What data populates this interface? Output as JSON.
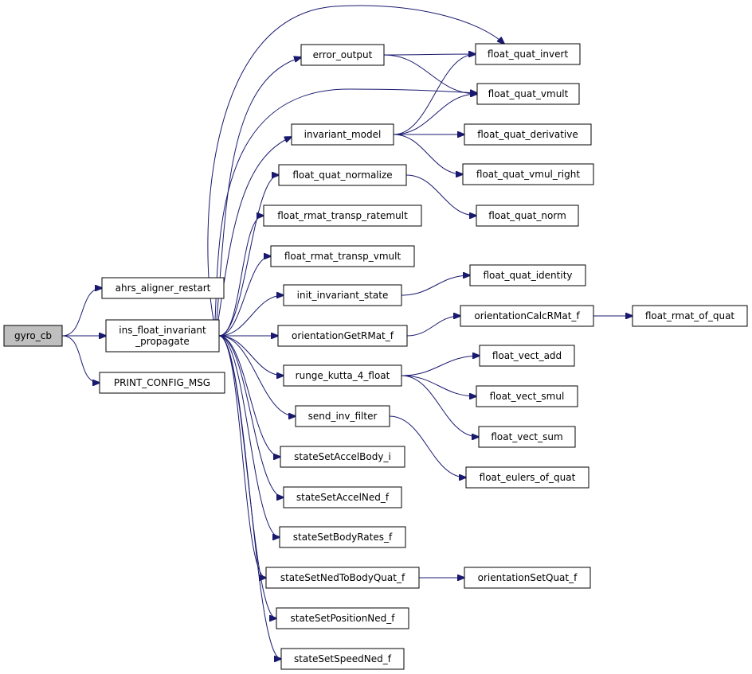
{
  "nodes": [
    {
      "id": "gyro_cb",
      "lines": [
        "gyro_cb"
      ],
      "root": true
    },
    {
      "id": "ahrs_aligner_restart",
      "lines": [
        "ahrs_aligner_restart"
      ]
    },
    {
      "id": "ins_float_invariant_propagate",
      "lines": [
        "ins_float_invariant",
        "_propagate"
      ]
    },
    {
      "id": "PRINT_CONFIG_MSG",
      "lines": [
        "PRINT_CONFIG_MSG"
      ]
    },
    {
      "id": "error_output",
      "lines": [
        "error_output"
      ]
    },
    {
      "id": "invariant_model",
      "lines": [
        "invariant_model"
      ]
    },
    {
      "id": "float_quat_normalize",
      "lines": [
        "float_quat_normalize"
      ]
    },
    {
      "id": "float_rmat_transp_ratemult",
      "lines": [
        "float_rmat_transp_ratemult"
      ]
    },
    {
      "id": "float_rmat_transp_vmult",
      "lines": [
        "float_rmat_transp_vmult"
      ]
    },
    {
      "id": "init_invariant_state",
      "lines": [
        "init_invariant_state"
      ]
    },
    {
      "id": "orientationGetRMat_f",
      "lines": [
        "orientationGetRMat_f"
      ]
    },
    {
      "id": "runge_kutta_4_float",
      "lines": [
        "runge_kutta_4_float"
      ]
    },
    {
      "id": "send_inv_filter",
      "lines": [
        "send_inv_filter"
      ]
    },
    {
      "id": "stateSetAccelBody_i",
      "lines": [
        "stateSetAccelBody_i"
      ]
    },
    {
      "id": "stateSetAccelNed_f",
      "lines": [
        "stateSetAccelNed_f"
      ]
    },
    {
      "id": "stateSetBodyRates_f",
      "lines": [
        "stateSetBodyRates_f"
      ]
    },
    {
      "id": "stateSetNedToBodyQuat_f",
      "lines": [
        "stateSetNedToBodyQuat_f"
      ]
    },
    {
      "id": "stateSetPositionNed_f",
      "lines": [
        "stateSetPositionNed_f"
      ]
    },
    {
      "id": "stateSetSpeedNed_f",
      "lines": [
        "stateSetSpeedNed_f"
      ]
    },
    {
      "id": "float_quat_invert",
      "lines": [
        "float_quat_invert"
      ]
    },
    {
      "id": "float_quat_vmult",
      "lines": [
        "float_quat_vmult"
      ]
    },
    {
      "id": "float_quat_derivative",
      "lines": [
        "float_quat_derivative"
      ]
    },
    {
      "id": "float_quat_vmul_right",
      "lines": [
        "float_quat_vmul_right"
      ]
    },
    {
      "id": "float_quat_norm",
      "lines": [
        "float_quat_norm"
      ]
    },
    {
      "id": "float_quat_identity",
      "lines": [
        "float_quat_identity"
      ]
    },
    {
      "id": "orientationCalcRMat_f",
      "lines": [
        "orientationCalcRMat_f"
      ]
    },
    {
      "id": "float_rmat_of_quat",
      "lines": [
        "float_rmat_of_quat"
      ]
    },
    {
      "id": "float_vect_add",
      "lines": [
        "float_vect_add"
      ]
    },
    {
      "id": "float_vect_smul",
      "lines": [
        "float_vect_smul"
      ]
    },
    {
      "id": "float_vect_sum",
      "lines": [
        "float_vect_sum"
      ]
    },
    {
      "id": "float_eulers_of_quat",
      "lines": [
        "float_eulers_of_quat"
      ]
    },
    {
      "id": "orientationSetQuat_f",
      "lines": [
        "orientationSetQuat_f"
      ]
    }
  ],
  "edges": [
    {
      "from": "gyro_cb",
      "to": "ahrs_aligner_restart"
    },
    {
      "from": "gyro_cb",
      "to": "ins_float_invariant_propagate"
    },
    {
      "from": "gyro_cb",
      "to": "PRINT_CONFIG_MSG"
    },
    {
      "from": "ins_float_invariant_propagate",
      "to": "error_output"
    },
    {
      "from": "ins_float_invariant_propagate",
      "to": "float_quat_invert"
    },
    {
      "from": "ins_float_invariant_propagate",
      "to": "float_quat_vmult"
    },
    {
      "from": "ins_float_invariant_propagate",
      "to": "invariant_model"
    },
    {
      "from": "ins_float_invariant_propagate",
      "to": "float_quat_normalize"
    },
    {
      "from": "ins_float_invariant_propagate",
      "to": "float_rmat_transp_ratemult"
    },
    {
      "from": "ins_float_invariant_propagate",
      "to": "float_rmat_transp_vmult"
    },
    {
      "from": "ins_float_invariant_propagate",
      "to": "init_invariant_state"
    },
    {
      "from": "ins_float_invariant_propagate",
      "to": "orientationGetRMat_f"
    },
    {
      "from": "ins_float_invariant_propagate",
      "to": "runge_kutta_4_float"
    },
    {
      "from": "ins_float_invariant_propagate",
      "to": "send_inv_filter"
    },
    {
      "from": "ins_float_invariant_propagate",
      "to": "stateSetAccelBody_i"
    },
    {
      "from": "ins_float_invariant_propagate",
      "to": "stateSetAccelNed_f"
    },
    {
      "from": "ins_float_invariant_propagate",
      "to": "stateSetBodyRates_f"
    },
    {
      "from": "ins_float_invariant_propagate",
      "to": "stateSetNedToBodyQuat_f"
    },
    {
      "from": "ins_float_invariant_propagate",
      "to": "stateSetPositionNed_f"
    },
    {
      "from": "ins_float_invariant_propagate",
      "to": "stateSetSpeedNed_f"
    },
    {
      "from": "error_output",
      "to": "float_quat_invert"
    },
    {
      "from": "error_output",
      "to": "float_quat_vmult"
    },
    {
      "from": "invariant_model",
      "to": "float_quat_invert"
    },
    {
      "from": "invariant_model",
      "to": "float_quat_vmult"
    },
    {
      "from": "invariant_model",
      "to": "float_quat_derivative"
    },
    {
      "from": "invariant_model",
      "to": "float_quat_vmul_right"
    },
    {
      "from": "float_quat_normalize",
      "to": "float_quat_norm"
    },
    {
      "from": "init_invariant_state",
      "to": "float_quat_identity"
    },
    {
      "from": "orientationGetRMat_f",
      "to": "orientationCalcRMat_f"
    },
    {
      "from": "orientationCalcRMat_f",
      "to": "float_rmat_of_quat"
    },
    {
      "from": "runge_kutta_4_float",
      "to": "float_vect_add"
    },
    {
      "from": "runge_kutta_4_float",
      "to": "float_vect_smul"
    },
    {
      "from": "runge_kutta_4_float",
      "to": "float_vect_sum"
    },
    {
      "from": "send_inv_filter",
      "to": "float_eulers_of_quat"
    },
    {
      "from": "stateSetNedToBodyQuat_f",
      "to": "orientationSetQuat_f"
    }
  ]
}
